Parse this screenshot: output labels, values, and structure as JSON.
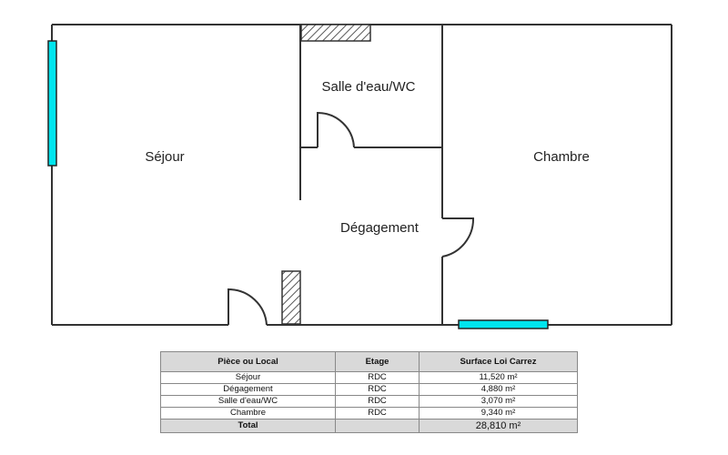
{
  "floorplan": {
    "rooms": [
      {
        "id": "sejour",
        "label": "Séjour"
      },
      {
        "id": "salle-eau",
        "label": "Salle d'eau/WC"
      },
      {
        "id": "degagement",
        "label": "Dégagement"
      },
      {
        "id": "chambre",
        "label": "Chambre"
      }
    ],
    "colors": {
      "wall": "#333333",
      "window": "#00e5ee",
      "hatch": "#555555"
    }
  },
  "table": {
    "headers": [
      "Pièce ou Local",
      "Etage",
      "Surface Loi Carrez"
    ],
    "rows": [
      {
        "room": "Séjour",
        "level": "RDC",
        "surface": "11,520 m²"
      },
      {
        "room": "Dégagement",
        "level": "RDC",
        "surface": "4,880 m²"
      },
      {
        "room": "Salle d'eau/WC",
        "level": "RDC",
        "surface": "3,070 m²"
      },
      {
        "room": "Chambre",
        "level": "RDC",
        "surface": "9,340 m²"
      }
    ],
    "total_label": "Total",
    "total_value": "28,810 m²"
  }
}
